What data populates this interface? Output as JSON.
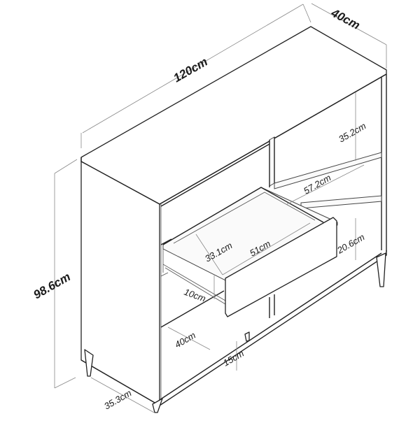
{
  "diagram": {
    "type": "furniture-dimension-drawing",
    "subject": "sideboard cabinet with open shelves and pull-out drawer",
    "colors": {
      "line": "#222222",
      "dimension_line": "#888888",
      "background": "#ffffff"
    },
    "dimensions": {
      "width": "120cm",
      "depth": "40cm",
      "height": "98.6cm",
      "upper_shelf_height": "35.2cm",
      "shelf_width": "57.2cm",
      "lower_shelf_height": "20.6cm",
      "drawer_depth": "33.1cm",
      "drawer_width": "51cm",
      "drawer_height": "10cm",
      "bottom_compartment_width": "40cm",
      "leg_height": "15cm",
      "leg_spacing_depth": "35.3cm"
    }
  }
}
